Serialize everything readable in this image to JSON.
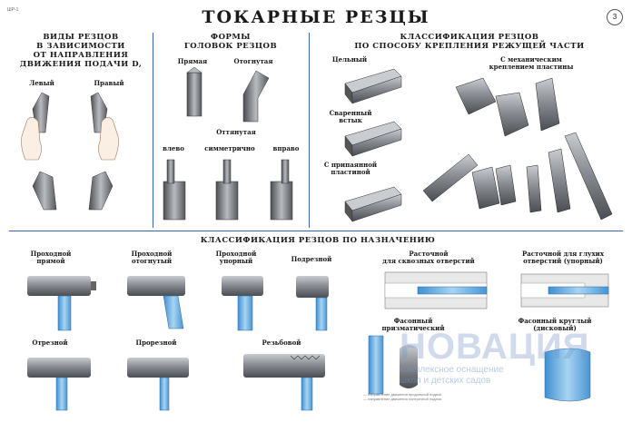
{
  "page": {
    "code": "ШР-1",
    "title": "ТОКАРНЫЕ РЕЗЦЫ",
    "number": "3"
  },
  "section_direction": {
    "title": "ВИДЫ РЕЗЦОВ\nВ ЗАВИСИМОСТИ\nОТ НАПРАВЛЕНИЯ\nДВИЖЕНИЯ ПОДАЧИ D,",
    "left": "Левый",
    "right": "Правый"
  },
  "section_heads": {
    "title": "ФОРМЫ\nГОЛОВОК РЕЗЦОВ",
    "straight": "Прямая",
    "bent": "Отогнутая",
    "offset": "Оттянутая",
    "offset_left": "влево",
    "offset_sym": "симметрично",
    "offset_right": "вправо"
  },
  "section_mount": {
    "title": "КЛАССИФИКАЦИЯ РЕЗЦОВ\nПО СПОСОБУ КРЕПЛЕНИЯ РЕЖУЩЕЙ ЧАСТИ",
    "solid": "Цельный",
    "welded": "Сваренный встык",
    "brazed": "С припаянной\nпластиной",
    "mechanical": "С механическим\nкреплением пластины"
  },
  "section_purpose": {
    "title": "КЛАССИФИКАЦИЯ РЕЗЦОВ ПО НАЗНАЧЕНИЮ",
    "items": [
      "Проходной\nпрямой",
      "Проходной\nотогнутый",
      "Проходной\nупорный",
      "Подрезной",
      "Расточной\nдля сквозных отверстий",
      "Расточной для глухих\nотверстий (упорный)",
      "Отрезной",
      "Прорезной",
      "Резьбовой",
      "Фасонный\nпризматический",
      "Фасонный круглый\n(дисковый)"
    ]
  },
  "watermark": {
    "word": "НОВАЦИЯ",
    "line1": "комплексное оснащение",
    "line2": "школ и детских садов"
  },
  "note": "— направление движения продольной подачи\n— направление движения поперечной подачи",
  "colors": {
    "blue": "#6fb4e6",
    "steel": "#8a8d93",
    "rule": "#3a63c2"
  }
}
